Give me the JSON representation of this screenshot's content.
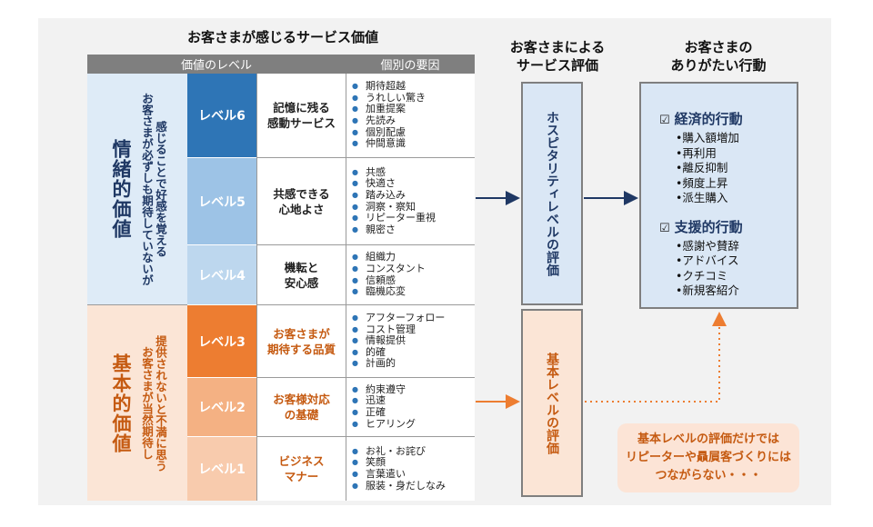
{
  "titles": {
    "service_value": "お客さまが感じるサービス価値",
    "evaluation_line1": "お客さまによる",
    "evaluation_line2": "サービス評価",
    "actions_line1": "お客さまの",
    "actions_line2": "ありがたい行動"
  },
  "table_header": {
    "level": "価値のレベル",
    "factors": "個別の要因"
  },
  "categories": {
    "emotional": {
      "name": "情緒的価値",
      "desc_line1": "お客さまが必ずしも期待していないが",
      "desc_line2": "感じることで好感を覚える"
    },
    "basic": {
      "name": "基本的価値",
      "desc_line1": "お客さまが当然期待し",
      "desc_line2": "提供されないと不満に思う"
    }
  },
  "levels": [
    {
      "label": "レベル6",
      "desc_line1": "記憶に残る",
      "desc_line2": "感動サービス",
      "factors": [
        "期待超越",
        "うれしい驚き",
        "加重提案",
        "先読み",
        "個別配慮",
        "仲間意識"
      ]
    },
    {
      "label": "レベル5",
      "desc_line1": "共感できる",
      "desc_line2": "心地よさ",
      "factors": [
        "共感",
        "快適さ",
        "踏み込み",
        "洞察・察知",
        "リピーター重視",
        "親密さ"
      ]
    },
    {
      "label": "レベル4",
      "desc_line1": "機転と",
      "desc_line2": "安心感",
      "factors": [
        "組織力",
        "コンスタント",
        "信頼感",
        "臨機応変"
      ]
    },
    {
      "label": "レベル3",
      "desc_line1": "お客さまが",
      "desc_line2": "期待する品質",
      "factors": [
        "アフターフォロー",
        "コスト管理",
        "情報提供",
        "的確",
        "計画的"
      ]
    },
    {
      "label": "レベル2",
      "desc_line1": "お客様対応",
      "desc_line2": "の基礎",
      "factors": [
        "約束遵守",
        "迅速",
        "正確",
        "ヒアリング"
      ]
    },
    {
      "label": "レベル1",
      "desc_line1": "ビジネス",
      "desc_line2": "マナー",
      "factors": [
        "お礼・お詫び",
        "笑顔",
        "言葉遣い",
        "服装・身だしなみ"
      ]
    }
  ],
  "evaluation": {
    "hospitality": "ホスピタリティレベルの評価",
    "basic": "基本レベルの評価"
  },
  "actions": {
    "checkbox_glyph": "☑",
    "groups": [
      {
        "title": "経済的行動",
        "items": [
          "•購入額増加",
          "•再利用",
          "•離反抑制",
          "•頻度上昇",
          "•派生購入"
        ]
      },
      {
        "title": "支援的行動",
        "items": [
          "•感謝や賛辞",
          "•アドバイス",
          "•クチコミ",
          "•新規客紹介"
        ]
      }
    ]
  },
  "note": {
    "line1": "基本レベルの評価だけでは",
    "line2": "リピーターや贔屓客づくりには",
    "line3": "つながらない・・・"
  },
  "colors": {
    "level6": "#2e75b6",
    "level5": "#9dc3e6",
    "level4": "#bdd7ee",
    "level3": "#ed7d31",
    "level2": "#f4b183",
    "level1": "#f8cbad",
    "emotional_bg": "#deebf7",
    "emotional_text": "#1f3864",
    "basic_bg": "#fbe5d6",
    "basic_text": "#c55a11",
    "arrow_blue": "#1f3864",
    "arrow_orange": "#ed7d31"
  }
}
